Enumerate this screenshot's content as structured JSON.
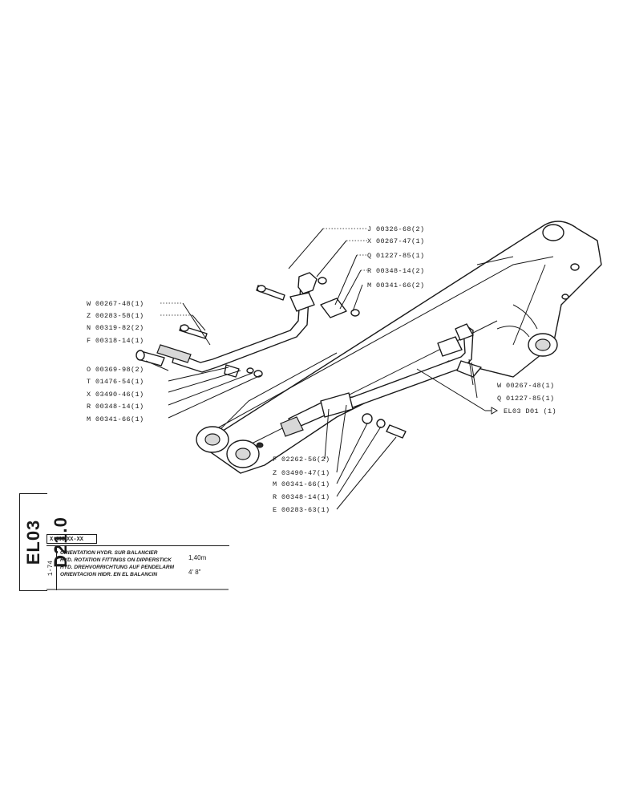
{
  "callouts": [
    {
      "id": "j00326",
      "text": "J 00326-68(2)"
    },
    {
      "id": "x00267",
      "text": "X 00267-47(1)"
    },
    {
      "id": "q01227a",
      "text": "Q 01227-85(1)"
    },
    {
      "id": "r00348a",
      "text": "R 00348-14(2)"
    },
    {
      "id": "m00341a",
      "text": "M 00341-66(2)"
    },
    {
      "id": "w00267a",
      "text": "W 00267-48(1)"
    },
    {
      "id": "z00283",
      "text": "Z 00283-58(1)"
    },
    {
      "id": "n00319",
      "text": "N 00319-82(2)"
    },
    {
      "id": "f00318",
      "text": "F 00318-14(1)"
    },
    {
      "id": "o00369",
      "text": "O 00369-98(2)"
    },
    {
      "id": "t01476",
      "text": "T 01476-54(1)"
    },
    {
      "id": "x03490",
      "text": "X 03490-46(1)"
    },
    {
      "id": "r00348b",
      "text": "R 00348-14(1)"
    },
    {
      "id": "m00341b",
      "text": "M 00341-66(1)"
    },
    {
      "id": "w00267b",
      "text": "W 00267-48(1)"
    },
    {
      "id": "q01227b",
      "text": "Q 01227-85(1)"
    },
    {
      "id": "el03d01",
      "text": "EL03 D01 (1)"
    },
    {
      "id": "f02262",
      "text": "F 02262-56(2)"
    },
    {
      "id": "z03490",
      "text": "Z 03490-47(1)"
    },
    {
      "id": "m00341c",
      "text": "M 00341-66(1)"
    },
    {
      "id": "r00348c",
      "text": "R 00348-14(1)"
    },
    {
      "id": "e00283",
      "text": "E 00283-63(1)"
    }
  ],
  "titleblock": {
    "sheet_code": "EL03 D21.0",
    "date": "1-74",
    "small_code": "X XXXXX-XX",
    "title_fr": "ORIENTATION HYDR. SUR BALANCIER",
    "title_en": "HYD. ROTATION FITTINGS ON DIPPERSTICK",
    "title_de": "HYD. DREHVORRICHTUNG AUF PENDELARM",
    "title_es": "ORIENTACION HIDR. EN EL BALANCIN",
    "size_metric": "1,40m",
    "size_imperial": "4' 8\""
  }
}
